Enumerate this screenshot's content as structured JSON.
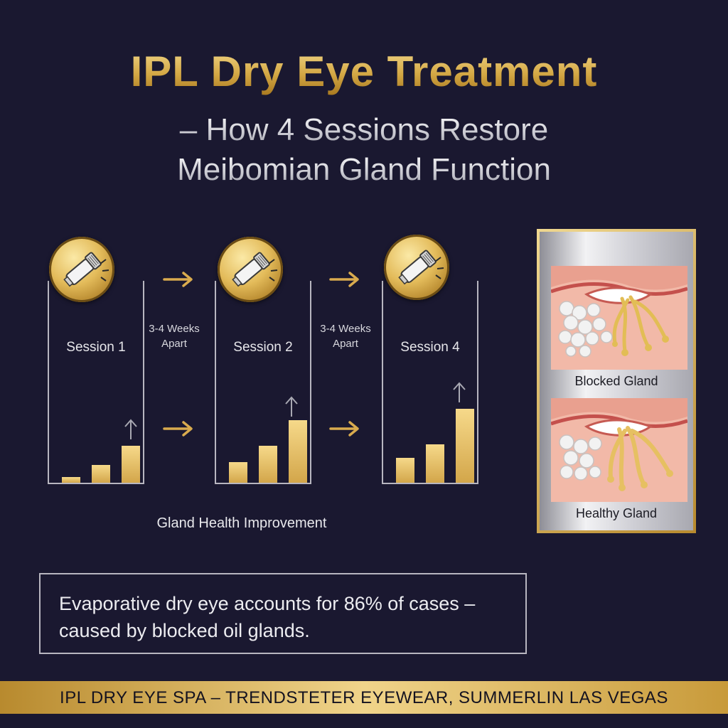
{
  "header": {
    "title": "IPL Dry Eye Treatment",
    "subtitle_line1": "– How 4 Sessions Restore",
    "subtitle_line2": "Meibomian Gland Function"
  },
  "sessions": [
    {
      "label": "Session 1",
      "bars": [
        0.08,
        0.24,
        0.5
      ]
    },
    {
      "label": "Session 2",
      "bars": [
        0.28,
        0.5,
        0.85
      ]
    },
    {
      "label": "Session 4",
      "bars": [
        0.34,
        0.52,
        1.0
      ]
    }
  ],
  "intervals": [
    {
      "line1": "3-4 Weeks",
      "line2": "Apart"
    },
    {
      "line1": "3-4 Weeks",
      "line2": "Apart"
    }
  ],
  "caption": "Gland Health Improvement",
  "glands": {
    "blocked_label": "Blocked Gland",
    "healthy_label": "Healthy Gland"
  },
  "fact": {
    "line1": "Evaporative dry eye accounts for 86% of cases –",
    "line2": "caused by blocked oil glands."
  },
  "footer": "IPL DRY EYE SPA – TRENDSTETER EYEWEAR, SUMMERLIN LAS VEGAS",
  "colors": {
    "background": "#1a1830",
    "gold": "#d4a845",
    "silver": "#c8c8d0"
  },
  "icons": [
    "ipl-handpiece-icon",
    "right-arrow-icon",
    "up-arrow-icon"
  ]
}
